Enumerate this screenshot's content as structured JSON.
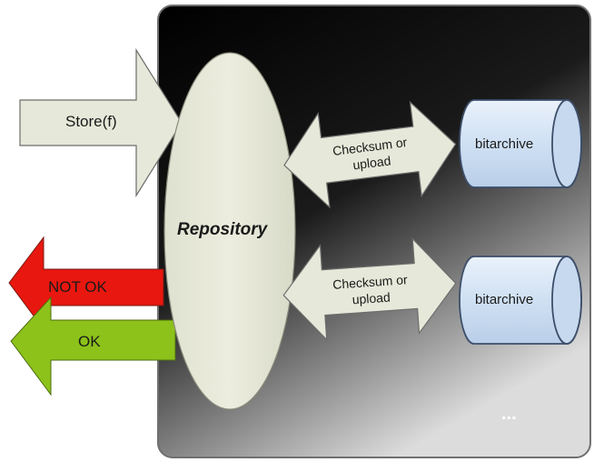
{
  "store_arrow": {
    "label": "Store(f)"
  },
  "repository": {
    "label": "Repository"
  },
  "arrows": [
    {
      "line1": "Checksum or",
      "line2": "upload"
    },
    {
      "line1": "Checksum or",
      "line2": "upload"
    }
  ],
  "archives": [
    {
      "label": "bitarchive"
    },
    {
      "label": "bitarchive"
    }
  ],
  "ellipsis": "...",
  "not_ok_arrow": {
    "label": "NOT OK",
    "color": "#e8170f"
  },
  "ok_arrow": {
    "label": "OK",
    "color": "#8cc21a"
  },
  "colors": {
    "shape_fill": "#e6e8d9",
    "panel_dark": "#000000",
    "panel_light": "#d6d6d6",
    "cylinder_fill": "#d3e3f5"
  }
}
